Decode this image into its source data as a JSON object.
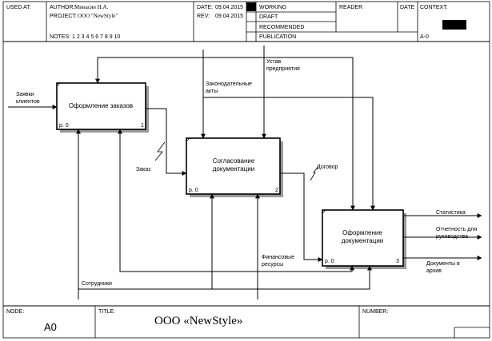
{
  "header": {
    "used_at": "USED AT:",
    "author_label": "AUTHOR:",
    "author_value": "Минасян Н.А.",
    "project_label": "PROJECT:",
    "project_value": "ООО \"NewStyle\"",
    "notes_label": "NOTES:",
    "notes_numbers": "1  2  3  4  5  6  7  8  9  10",
    "date_label": "DATE:",
    "date_value": "09.04.2015",
    "rev_label": "REV:",
    "rev_value": "09.04.2015",
    "status": [
      "WORKING",
      "DRAFT",
      "RECOMMENDED",
      "PUBLICATION"
    ],
    "reader": "READER",
    "date2": "DATE",
    "context": "CONTEXT:",
    "node_ref": "A-0"
  },
  "boxes": [
    {
      "title_lines": [
        "Оформление заказов"
      ],
      "cost": "р. 0",
      "num": "1"
    },
    {
      "title_lines": [
        "Согласование",
        "документации"
      ],
      "cost": "р. 0",
      "num": "2"
    },
    {
      "title_lines": [
        "Оформление",
        "документации"
      ],
      "cost": "р. 0",
      "num": "3"
    }
  ],
  "labels": {
    "input1": [
      "Заявки",
      "клиентов"
    ],
    "ustav": [
      "Устав",
      "предприятия"
    ],
    "zakon": [
      "Законодательные",
      "акты"
    ],
    "zakaz": "Заказ",
    "dogovor": "Договор",
    "statistika": "Статистика",
    "otchetnost": [
      "Отчетность для",
      "руководства"
    ],
    "dokumenty": [
      "Документы в",
      "архив"
    ],
    "finansy": [
      "Финансовые",
      "ресурсы"
    ],
    "sotrudniki": "Сотрудники"
  },
  "footer": {
    "node_label": "NODE:",
    "node_value": "A0",
    "title_label": "TITLE:",
    "title_value": "ООО «NewStyle»",
    "number_label": "NUMBER:"
  }
}
